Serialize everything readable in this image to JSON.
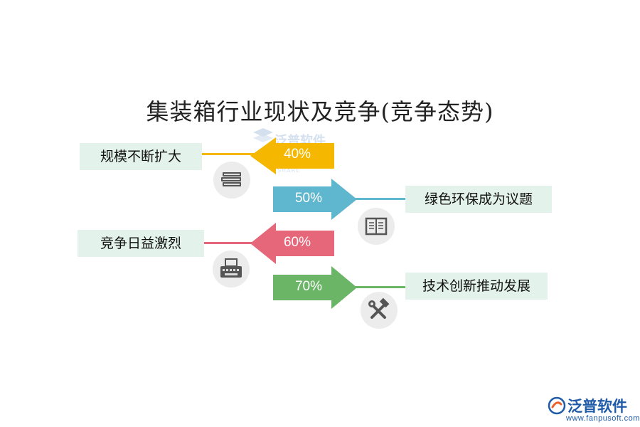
{
  "title": "集装箱行业现状及竞争(竞争态势)",
  "items": [
    {
      "label": "规模不断扩大",
      "percent": "40%",
      "value": 40,
      "color": "#f5b700",
      "icon": "books-icon",
      "direction": "left"
    },
    {
      "label": "绿色环保成为议题",
      "percent": "50%",
      "value": 50,
      "color": "#5eb6cf",
      "icon": "open-book-icon",
      "direction": "right"
    },
    {
      "label": "竞争日益激烈",
      "percent": "60%",
      "value": 60,
      "color": "#e56779",
      "icon": "typewriter-icon",
      "direction": "left"
    },
    {
      "label": "技术创新推动发展",
      "percent": "70%",
      "value": 70,
      "color": "#6bb567",
      "icon": "hammer-wrench-icon",
      "direction": "right"
    }
  ],
  "watermark": {
    "text": "泛普软件",
    "sub": "FANPUSOFT SHARE"
  },
  "logo": {
    "name": "泛普软件",
    "url": "www.fanpusoft.com"
  }
}
